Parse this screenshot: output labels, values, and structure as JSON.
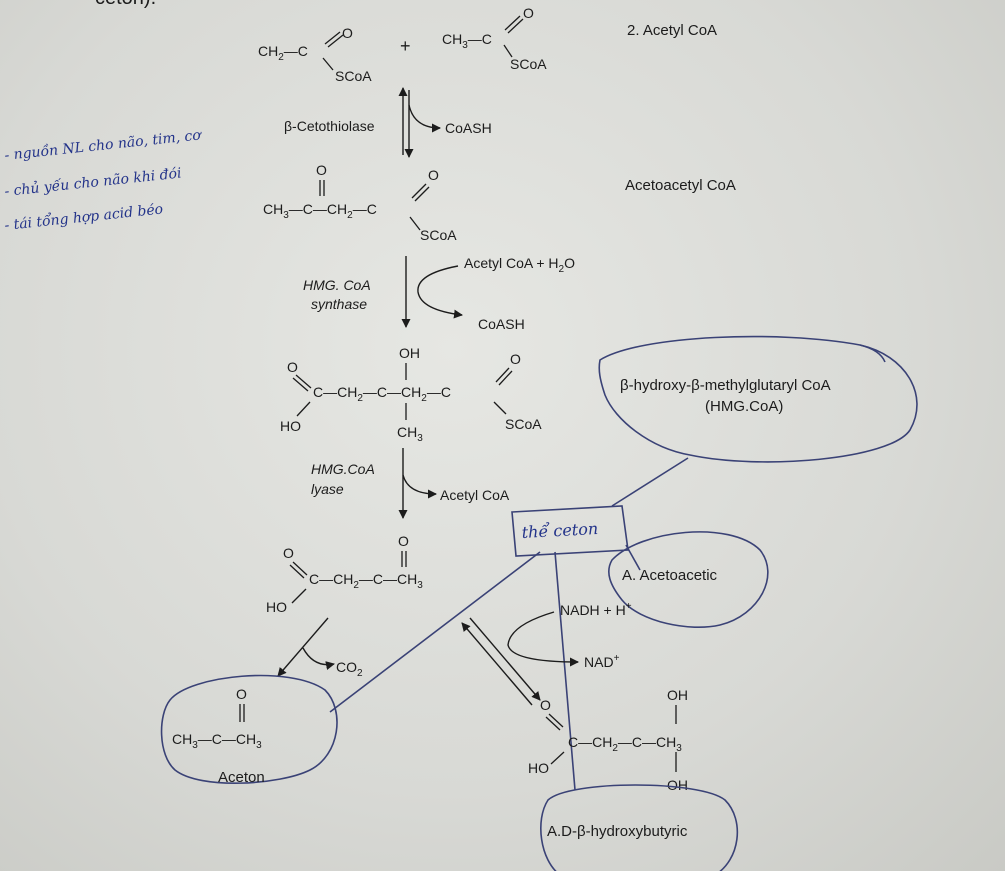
{
  "top_cutoff": "ceton).",
  "notes": {
    "line1": "- nguồn NL cho não, tim, cơ",
    "line2": "- chủ yếu cho não khi đói",
    "line3": "- tái tổng hợp acid béo",
    "ketone_box": "thể ceton"
  },
  "atoms": {
    "C": "C",
    "O": "O",
    "OH": "OH",
    "HO": "HO",
    "SCoA": "SCoA",
    "CH2": "CH",
    "CH3": "CH",
    "sub2": "2",
    "sub3": "3",
    "plus": "+",
    "dash": "—"
  },
  "labels": {
    "acetyl_coa": "2. Acetyl CoA",
    "acetoacetyl_coa": "Acetoacetyl CoA",
    "hmg_line1": "β-hydroxy-β-methylglutaryl CoA",
    "hmg_line2": "(HMG.CoA)",
    "acetoacetic": "A. Acetoacetic",
    "aceton": "Aceton",
    "hydroxybutyric": "A.D-β-hydroxybutyric"
  },
  "enzymes": {
    "thiolase": "β-Cetothiolase",
    "synthase_1": "HMG. CoA",
    "synthase_2": "synthase",
    "lyase_1": "HMG.CoA",
    "lyase_2": "lyase"
  },
  "side": {
    "coash_1": "CoASH",
    "acetyl_h2o": "Acetyl CoA + H",
    "h2o_sub": "2",
    "h2o_o": "O",
    "coash_2": "CoASH",
    "acetyl_coa_out": "Acetyl CoA",
    "nadh": "NADH + H",
    "plus_sup": "+",
    "nad": "NAD",
    "co2": "CO",
    "co2_sub": "2"
  }
}
